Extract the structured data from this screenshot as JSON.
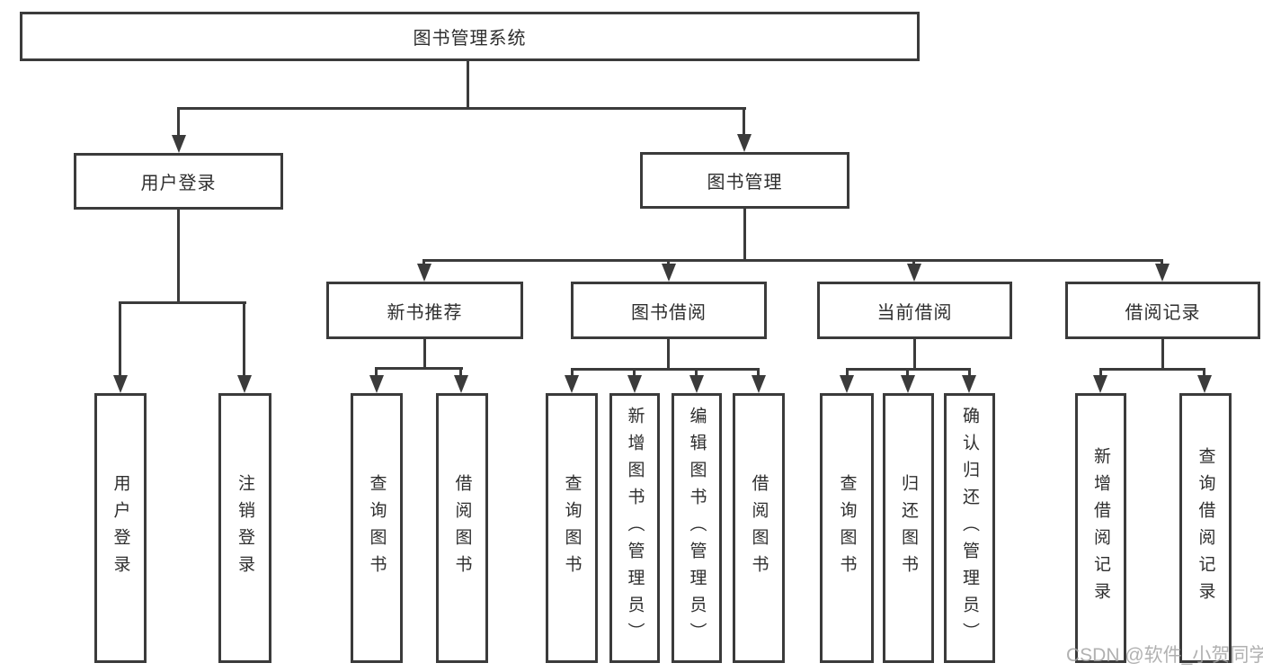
{
  "tree": {
    "label": "图书管理系统",
    "children": [
      {
        "label": "用户登录",
        "children": [
          {
            "label": "用户登录"
          },
          {
            "label": "注销登录"
          }
        ]
      },
      {
        "label": "图书管理",
        "children": [
          {
            "label": "新书推荐",
            "children": [
              {
                "label": "查询图书"
              },
              {
                "label": "借阅图书"
              }
            ]
          },
          {
            "label": "图书借阅",
            "children": [
              {
                "label": "查询图书"
              },
              {
                "label": "新增图书（管理员）"
              },
              {
                "label": "编辑图书（管理员）"
              },
              {
                "label": "借阅图书"
              }
            ]
          },
          {
            "label": "当前借阅",
            "children": [
              {
                "label": "查询图书"
              },
              {
                "label": "归还图书"
              },
              {
                "label": "确认归还（管理员）"
              }
            ]
          },
          {
            "label": "借阅记录",
            "children": [
              {
                "label": "新增借阅记录"
              },
              {
                "label": "查询借阅记录"
              }
            ]
          }
        ]
      }
    ]
  },
  "watermark": {
    "text": "CSDN @软件_小贺同学"
  },
  "colors": {
    "line": "#3b3b3b",
    "text": "#2e2e2e",
    "watermark": "#a3a3a3",
    "background": "#ffffff"
  }
}
